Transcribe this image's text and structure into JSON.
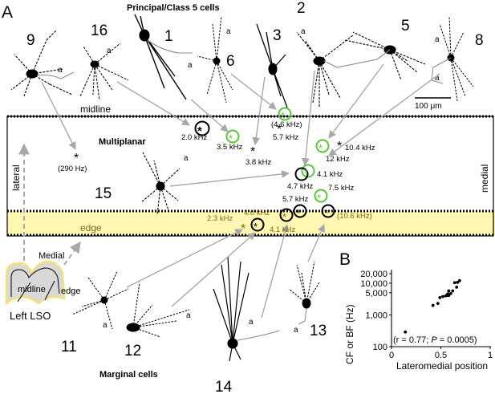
{
  "panel_a": {
    "letter": "A",
    "header_top": "Principal/Class 5 cells",
    "header_bottom": "Marginal cells",
    "multiplanar_label": "Multiplanar",
    "midline_label": "midline",
    "edge_label": "edge",
    "lateral_label": "lateral",
    "medial_label": "medial",
    "scalebar_label": "100 μm",
    "axon_label": "a",
    "asterisk": "*",
    "inset": {
      "medial": "Medial",
      "midline": "midline",
      "edge": "edge",
      "caption": "Left LSO"
    },
    "cell_numbers": [
      "9",
      "16",
      "1",
      "6",
      "3",
      "2",
      "5",
      "8",
      "15",
      "11",
      "12",
      "14",
      "13"
    ],
    "frequency_labels": [
      "2.0 kHz",
      "3.5 kHz",
      "3.8 kHz",
      "(4.6 kHz)",
      "5.7 kHz",
      "10.4 kHz",
      "12 kHz",
      "(290 Hz)",
      "4.1 kHz",
      "4.7 kHz",
      "5.7 kHz",
      "7.5 kHz",
      "(10.6 kHz)",
      "2.3 kHz",
      "4.0 kHz",
      "4.1 kHz"
    ]
  },
  "panel_b": {
    "letter": "B",
    "ylabel": "CF or BF (Hz)",
    "xlabel": "Lateromedial position",
    "stat_prefix": "(r = 0.77; ",
    "stat_p": "P",
    "stat_suffix": " = 0.0005)",
    "y_ticks": [
      "20,000",
      "10,000",
      "5,000",
      "1,000",
      "100"
    ],
    "x_ticks": [
      "0",
      "0.5",
      "1"
    ]
  },
  "chart_data": {
    "type": "scatter",
    "xlabel": "Lateromedial position",
    "ylabel": "CF or BF (Hz)",
    "yscale": "log",
    "xlim": [
      0,
      1
    ],
    "ylim": [
      100,
      20000
    ],
    "points": [
      {
        "x": 0.14,
        "y": 290
      },
      {
        "x": 0.42,
        "y": 2000
      },
      {
        "x": 0.47,
        "y": 2300
      },
      {
        "x": 0.49,
        "y": 3500
      },
      {
        "x": 0.52,
        "y": 3800
      },
      {
        "x": 0.55,
        "y": 4000
      },
      {
        "x": 0.56,
        "y": 4100
      },
      {
        "x": 0.58,
        "y": 4100
      },
      {
        "x": 0.57,
        "y": 4600
      },
      {
        "x": 0.6,
        "y": 4700
      },
      {
        "x": 0.62,
        "y": 5700
      },
      {
        "x": 0.58,
        "y": 5700
      },
      {
        "x": 0.66,
        "y": 7500
      },
      {
        "x": 0.64,
        "y": 10400
      },
      {
        "x": 0.67,
        "y": 10600
      },
      {
        "x": 0.69,
        "y": 12000
      }
    ]
  },
  "colors": {
    "green_marker": "#58c63a",
    "edge_band": "#fff7b2",
    "arrow": "#a8a8a8",
    "label_olive": "#7a6a1c"
  }
}
